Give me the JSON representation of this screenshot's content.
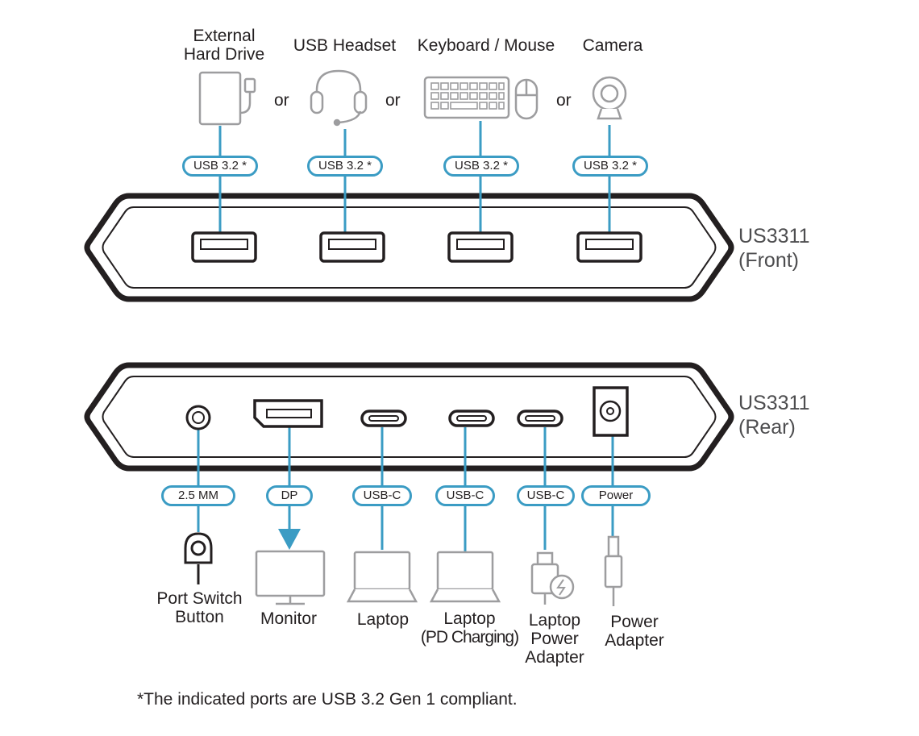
{
  "colors": {
    "accent": "#3b9cc4",
    "outline": "#231f20",
    "device_gray": "#9d9d9f"
  },
  "front": {
    "model_name": "US3311",
    "model_side": "(Front)",
    "or_text": "or",
    "devices": [
      {
        "label_line1": "External",
        "label_line2": "Hard Drive",
        "port": "USB 3.2",
        "mark": "*",
        "icon": "external-hard-drive-icon"
      },
      {
        "label_line1": "USB Headset",
        "label_line2": "",
        "port": "USB 3.2",
        "mark": "*",
        "icon": "headset-icon"
      },
      {
        "label_line1": "Keyboard / Mouse",
        "label_line2": "",
        "port": "USB 3.2",
        "mark": "*",
        "icon": "keyboard-mouse-icon"
      },
      {
        "label_line1": "Camera",
        "label_line2": "",
        "port": "USB 3.2",
        "mark": "*",
        "icon": "webcam-icon"
      }
    ]
  },
  "rear": {
    "model_name": "US3311",
    "model_side": "(Rear)",
    "ports": [
      {
        "port": "2.5 MM",
        "label_line1": "Port Switch",
        "label_line2": "Button",
        "label_line3": "",
        "icon": "port-switch-button-icon"
      },
      {
        "port": "DP",
        "label_line1": "Monitor",
        "label_line2": "",
        "label_line3": "",
        "icon": "monitor-icon"
      },
      {
        "port": "USB-C",
        "label_line1": "Laptop",
        "label_line2": "",
        "label_line3": "",
        "icon": "laptop-icon"
      },
      {
        "port": "USB-C",
        "label_line1": "Laptop",
        "label_line2": "(PD Charging)",
        "label_line3": "",
        "icon": "laptop-icon"
      },
      {
        "port": "USB-C",
        "label_line1": "Laptop",
        "label_line2": "Power",
        "label_line3": "Adapter",
        "icon": "laptop-power-adapter-icon"
      },
      {
        "port": "Power",
        "label_line1": "Power",
        "label_line2": "Adapter",
        "label_line3": "",
        "icon": "power-adapter-plug-icon"
      }
    ]
  },
  "footnote": "*The indicated ports are USB 3.2 Gen 1 compliant."
}
